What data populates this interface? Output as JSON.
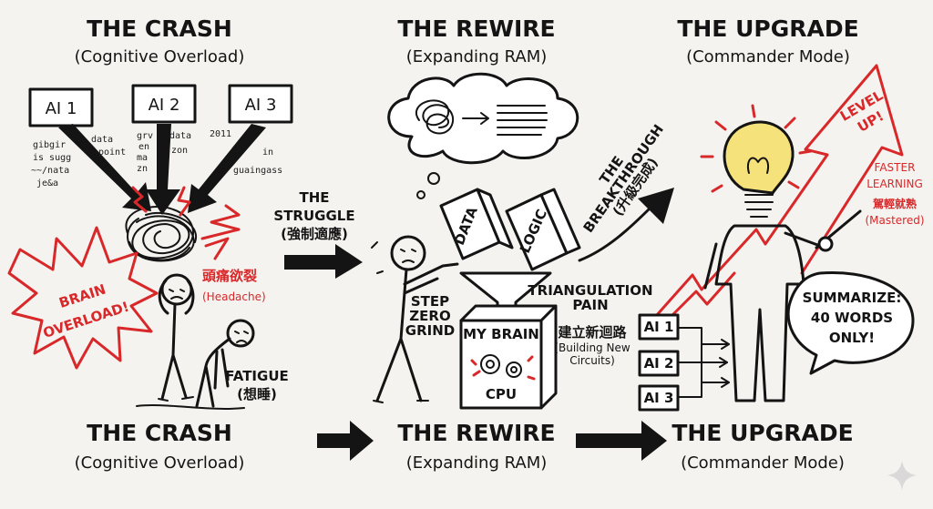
{
  "colors": {
    "ink": "#141414",
    "accent": "#d8282a",
    "board": "#f4f3ef",
    "bulb": "#f6e27a"
  },
  "top_titles": [
    {
      "title": "THE CRASH",
      "subtitle": "(Cognitive Overload)"
    },
    {
      "title": "THE REWIRE",
      "subtitle": "(Expanding RAM)"
    },
    {
      "title": "THE UPGRADE",
      "subtitle": "(Commander Mode)"
    }
  ],
  "bottom_titles": [
    {
      "title": "THE CRASH",
      "subtitle": "(Cognitive Overload)"
    },
    {
      "title": "THE REWIRE",
      "subtitle": "(Expanding RAM)"
    },
    {
      "title": "THE UPGRADE",
      "subtitle": "(Commander Mode)"
    }
  ],
  "crash": {
    "ai_boxes": [
      "AI 1",
      "AI 2",
      "AI 3"
    ],
    "scribbles": [
      "gibgir",
      "is sugg",
      "~~/nata",
      "je&a",
      "data",
      "point",
      "grv",
      "en",
      "ma",
      "zn",
      "data",
      "zon",
      "2011",
      "in",
      "guaingass"
    ],
    "overload_line1": "BRAIN",
    "overload_line2": "OVERLOAD!",
    "headache_cn": "頭痛欲裂",
    "headache_en": "(Headache)",
    "fatigue_en": "FATIGUE",
    "fatigue_cn": "(想睡)"
  },
  "struggle": {
    "label": "THE",
    "label2": "STRUGGLE",
    "label_cn": "(強制適應)"
  },
  "rewire": {
    "block_data": "DATA",
    "block_logic": "LOGIC",
    "step_line1": "STEP",
    "step_line2": "ZERO",
    "step_line3": "GRIND",
    "brain_label": "MY BRAIN",
    "cpu_label": "CPU",
    "triangulation_line1": "TRIANGULATION",
    "triangulation_line2": "PAIN",
    "circuits_cn": "建立新迴路",
    "circuits_en1": "(Building New",
    "circuits_en2": "Circuits)"
  },
  "breakthrough": {
    "line1": "THE",
    "line2": "BREAKTHROUGH",
    "line3": "(升級完成)"
  },
  "upgrade": {
    "level_line1": "LEVEL",
    "level_line2": "UP!",
    "faster_line1": "FASTER",
    "faster_line2": "LEARNING",
    "mastered_cn": "駕輕就熟",
    "mastered_en": "(Mastered)",
    "bubble_line1": "SUMMARIZE:",
    "bubble_line2": "40 WORDS",
    "bubble_line3": "ONLY!",
    "ai_boxes": [
      "AI 1",
      "AI 2",
      "AI 3"
    ]
  }
}
